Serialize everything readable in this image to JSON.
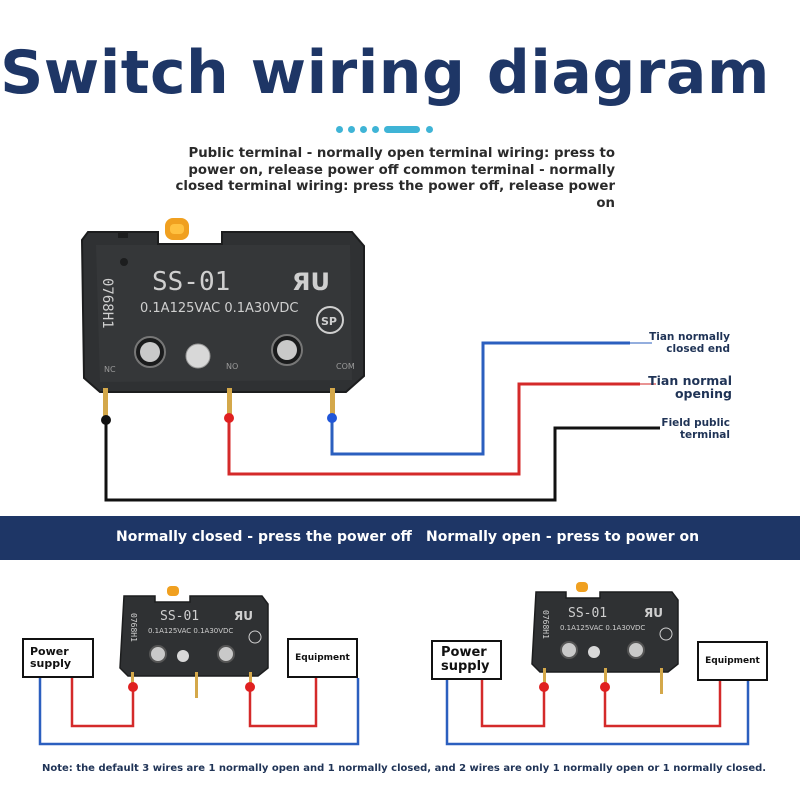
{
  "title": "Switch wiring diagram",
  "intro": "Public terminal - normally open terminal wiring: press to power on, release power off common terminal - normally closed terminal wiring: press the power off, release power on",
  "switch": {
    "model": "SS-01",
    "rating": "0.1A125VAC 0.1A30VDC",
    "code": "0768H1",
    "ul_mark": "ЯU",
    "sp_mark": "SP",
    "pin_labels": [
      "NC",
      "NO",
      "COM"
    ]
  },
  "legend": {
    "nc": "Tian normally closed end",
    "no": "Tian normal opening",
    "com": "Field public terminal"
  },
  "colors": {
    "brand": "#1e3666",
    "accent": "#3fb4d6",
    "wire_red": "#d42a2a",
    "wire_blue": "#2b5fbf",
    "wire_black": "#111111",
    "switch_body": "#2f3133",
    "actuator": "#f0a020"
  },
  "band": {
    "left": "Normally closed - press the power off",
    "right": "Normally open - press to power on"
  },
  "examples": {
    "left": {
      "power_supply": "Power supply",
      "equipment": "Equipment"
    },
    "right": {
      "power_supply": "Power supply",
      "equipment": "Equipment"
    }
  },
  "note": "Note: the default 3 wires are 1 normally open and 1 normally closed, and 2 wires are only 1 normally open or 1 normally closed."
}
